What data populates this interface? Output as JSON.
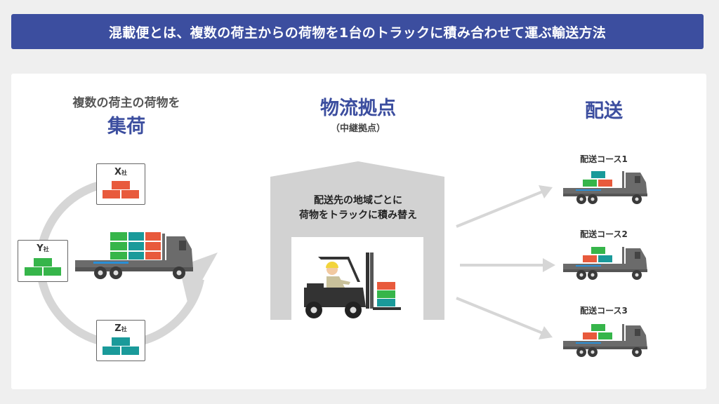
{
  "banner": {
    "title": "混載便とは、複数の荷主からの荷物を1台のトラックに積み合わせて運ぶ輸送方法"
  },
  "collect": {
    "caption": "複数の荷主の荷物を",
    "title": "集荷",
    "shippers": [
      {
        "letter": "X",
        "suffix": "社",
        "box_color": "#e85a3c"
      },
      {
        "letter": "Y",
        "suffix": "社",
        "box_color": "#36b54a"
      },
      {
        "letter": "Z",
        "suffix": "社",
        "box_color": "#1a9a9a"
      }
    ]
  },
  "hub": {
    "title": "物流拠点",
    "subtitle": "（中継拠点）",
    "note_line1": "配送先の地域ごとに",
    "note_line2": "荷物をトラックに積み替え"
  },
  "delivery": {
    "title": "配送",
    "courses": [
      {
        "label": "配送コース1"
      },
      {
        "label": "配送コース2"
      },
      {
        "label": "配送コース3"
      }
    ]
  },
  "colors": {
    "accent": "#3c4e9f",
    "red_box": "#e85a3c",
    "green_box": "#36b54a",
    "teal_box": "#1a9a9a",
    "truck_gray": "#6b6b6b",
    "arrow_gray": "#d6d6d6"
  }
}
